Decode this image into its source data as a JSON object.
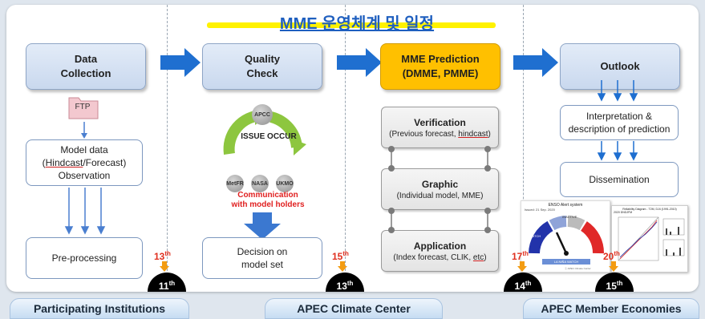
{
  "title": "MME 운영체계 및 일정",
  "stages": {
    "data_collection": "Data\nCollection",
    "quality_check": "Quality\nCheck",
    "mme_prediction": "MME Prediction\n(DMME, PMME)",
    "outlook": "Outlook"
  },
  "ftp_label": "FTP",
  "model_data": {
    "line1": "Model data",
    "hindcast": "Hindcast",
    "forecast_rest": "/Forecast)",
    "line3": "Observation"
  },
  "preprocessing": "Pre-processing",
  "qc": {
    "apcc": "APCC",
    "issue": "ISSUE OCCUR",
    "metfr": "MetFR",
    "nasa": "NASA",
    "ukmo": "UKMO",
    "comm": "Communication\nwith model holders"
  },
  "decision": "Decision on\nmodel set",
  "verification": {
    "title": "Verification",
    "pre": "(Previous forecast, ",
    "hindcast": "hindcast",
    "post": ")"
  },
  "graphic": {
    "title": "Graphic",
    "sub": "(Individual model, MME)"
  },
  "application": {
    "title": "Application",
    "pre": "(Index forecast, CLIK, ",
    "etc": "etc",
    "post": ")"
  },
  "interpretation": "Interpretation &\ndescription of prediction",
  "dissemination": "Dissemination",
  "enso": {
    "title": "ENSO Alert system",
    "issued": "Issued: 21 Sep. 2020",
    "status": "LA NIÑA WATCH",
    "credit": "ⓒ APEC Climate Center",
    "rel_title": "Reliability Diagram - T2M, DJ4 (1991-2010)",
    "rel_right": "2020 DNDJFM",
    "watch": "WATCH",
    "inactive": "INACTIVE"
  },
  "schedule": [
    {
      "due": "13",
      "day": "11"
    },
    {
      "due": "15",
      "day": "13"
    },
    {
      "due": "17",
      "day": "14"
    },
    {
      "due": "20",
      "day": "15"
    }
  ],
  "suffix": "th",
  "footer": [
    "Participating Institutions",
    "APEC Climate Center",
    "APEC Member Economies"
  ],
  "colors": {
    "accent": "#1f6fd0",
    "gold": "#ffc000",
    "green": "#8dc63f",
    "due": "#e03020"
  }
}
